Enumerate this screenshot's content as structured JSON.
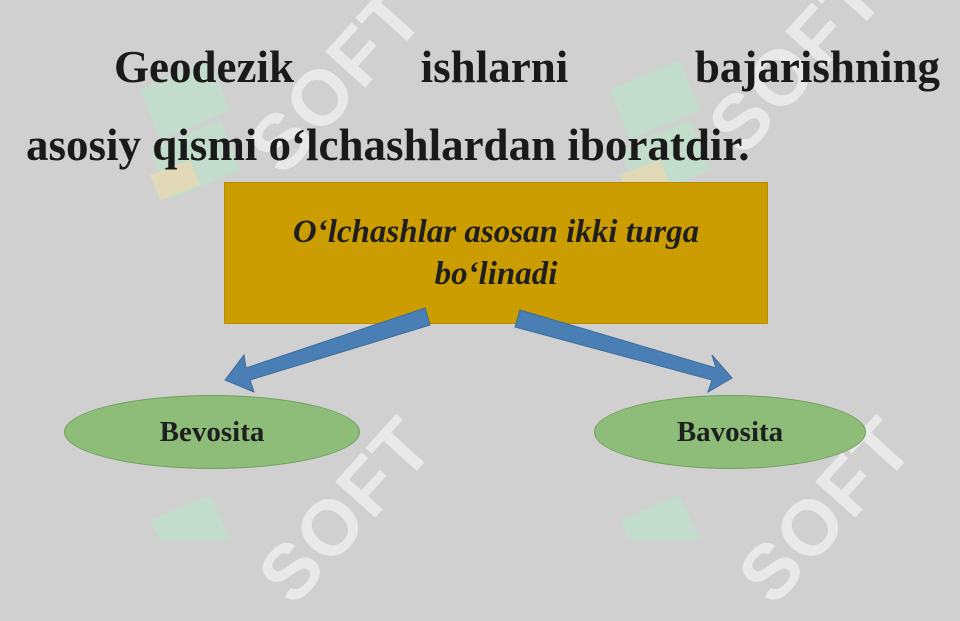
{
  "heading": {
    "line1_words": [
      "Geodezik",
      "ishlarni",
      "bajarishning"
    ],
    "line2": "asosiy qismi o‘lchashlardan iboratdir."
  },
  "main_box": {
    "text": "O‘lchashlar asosan ikki turga bo‘linadi"
  },
  "branches": [
    {
      "label": "Bevosita"
    },
    {
      "label": "Bavosita"
    }
  ],
  "watermark": {
    "text": "SOFT"
  },
  "colors": {
    "background": "#d0d0d0",
    "box_fill": "#cc9d00",
    "arrow_fill": "#4a7fb5",
    "oval_fill": "#8ebd7a",
    "watermark_green": "#b7e8c8",
    "watermark_yellow": "#efe2a6"
  }
}
